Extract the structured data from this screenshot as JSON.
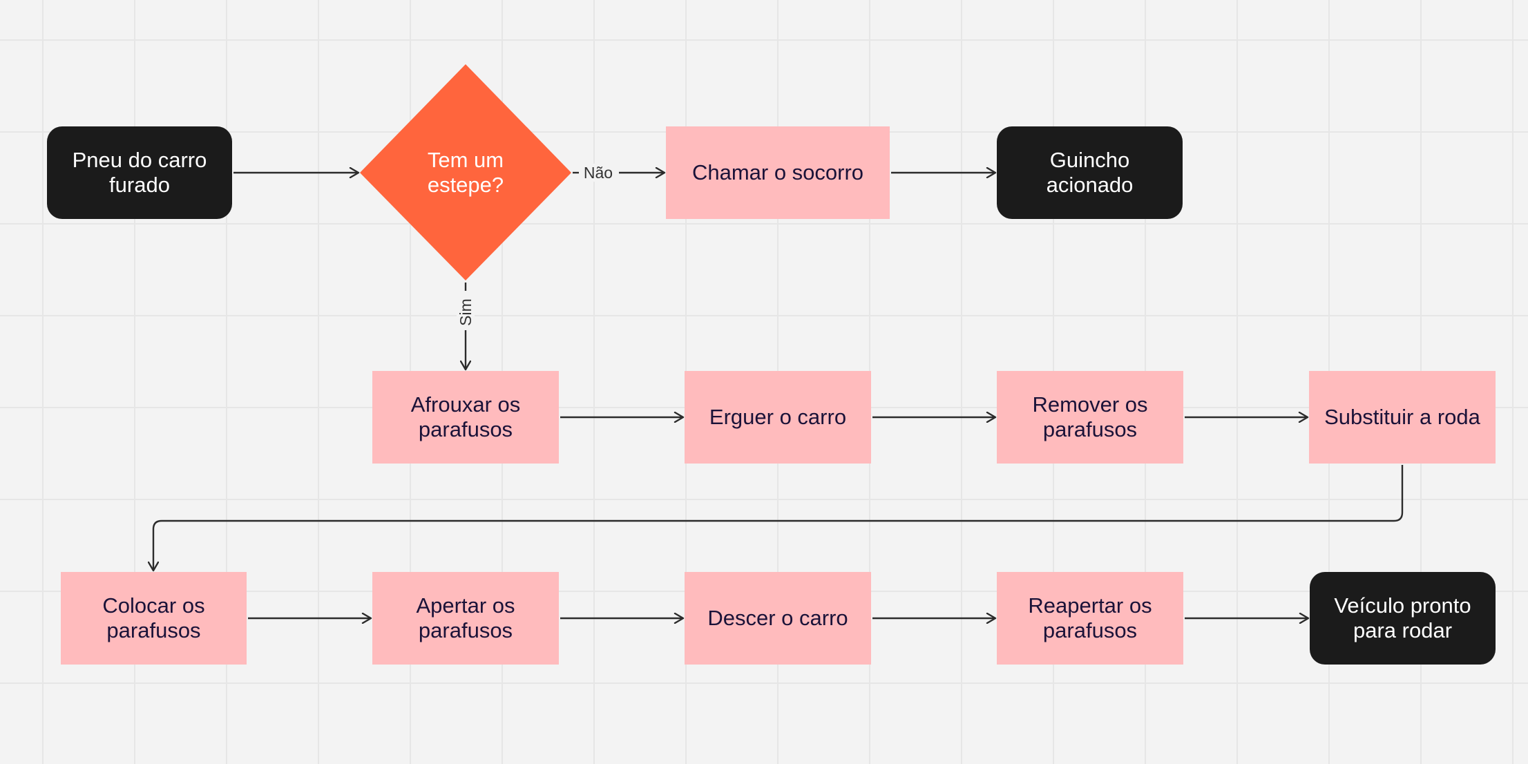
{
  "colors": {
    "background": "#f3f3f3",
    "grid": "#e6e6e6",
    "terminal_fill": "#1b1b1b",
    "terminal_text": "#ffffff",
    "process_fill": "#ffbbbd",
    "process_text": "#1a1238",
    "decision_fill": "#ff653d",
    "connector": "#2b2b2b"
  },
  "nodes": [
    {
      "id": "start",
      "shape": "terminal",
      "label": "Pneu do carro furado"
    },
    {
      "id": "decision",
      "shape": "decision",
      "label": "Tem um estepe?"
    },
    {
      "id": "call_help",
      "shape": "process",
      "label": "Chamar o socorro"
    },
    {
      "id": "tow",
      "shape": "terminal",
      "label": "Guincho acionado"
    },
    {
      "id": "loosen",
      "shape": "process",
      "label": "Afrouxar os parafusos"
    },
    {
      "id": "raise",
      "shape": "process",
      "label": "Erguer o carro"
    },
    {
      "id": "remove",
      "shape": "process",
      "label": "Remover os parafusos"
    },
    {
      "id": "replace",
      "shape": "process",
      "label": "Substituir a roda"
    },
    {
      "id": "place",
      "shape": "process",
      "label": "Colocar os parafusos"
    },
    {
      "id": "tighten",
      "shape": "process",
      "label": "Apertar os parafusos"
    },
    {
      "id": "lower",
      "shape": "process",
      "label": "Descer o carro"
    },
    {
      "id": "retighten",
      "shape": "process",
      "label": "Reapertar os parafusos"
    },
    {
      "id": "end",
      "shape": "terminal",
      "label": "Veículo pronto para rodar"
    }
  ],
  "edges": [
    {
      "from": "start",
      "to": "decision"
    },
    {
      "from": "decision",
      "to": "call_help",
      "label": "Não"
    },
    {
      "from": "call_help",
      "to": "tow"
    },
    {
      "from": "decision",
      "to": "loosen",
      "label": "Sim"
    },
    {
      "from": "loosen",
      "to": "raise"
    },
    {
      "from": "raise",
      "to": "remove"
    },
    {
      "from": "remove",
      "to": "replace"
    },
    {
      "from": "replace",
      "to": "place"
    },
    {
      "from": "place",
      "to": "tighten"
    },
    {
      "from": "tighten",
      "to": "lower"
    },
    {
      "from": "lower",
      "to": "retighten"
    },
    {
      "from": "retighten",
      "to": "end"
    }
  ]
}
